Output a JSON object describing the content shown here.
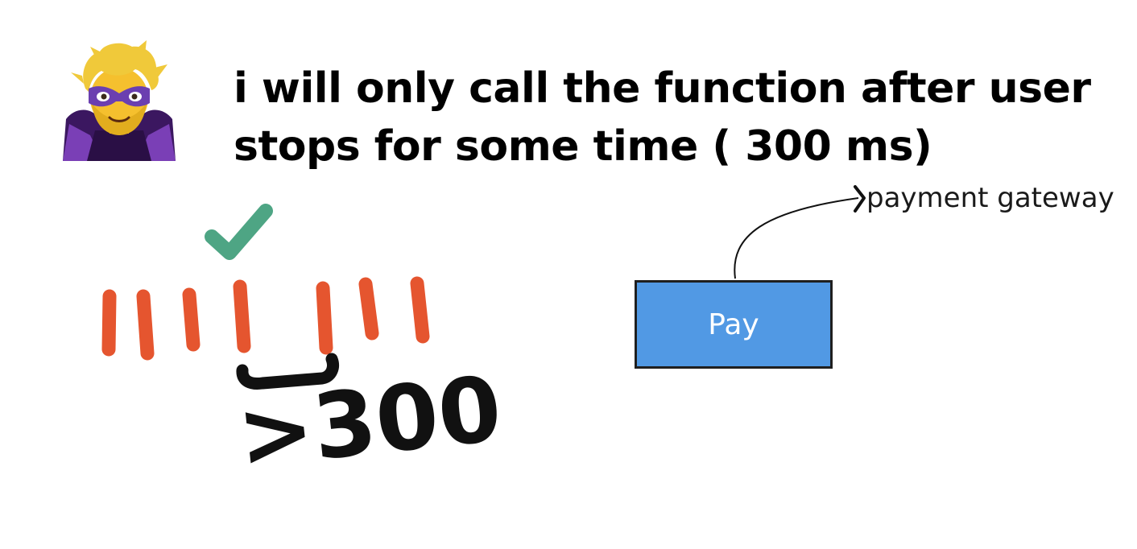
{
  "header": {
    "line1": "i will only call the function after user",
    "line2": "stops for some time ( 300 ms)"
  },
  "diagram": {
    "threshold_label": ">300",
    "pay_button_label": "Pay",
    "destination_label": "payment gateway"
  },
  "colors": {
    "keystroke_marks": "#e5552f",
    "check_mark": "#4ea584",
    "pay_button": "#5199e4",
    "ink": "#000000"
  },
  "icons": {
    "avatar": "superhero-emoji",
    "check": "check-mark-icon"
  }
}
